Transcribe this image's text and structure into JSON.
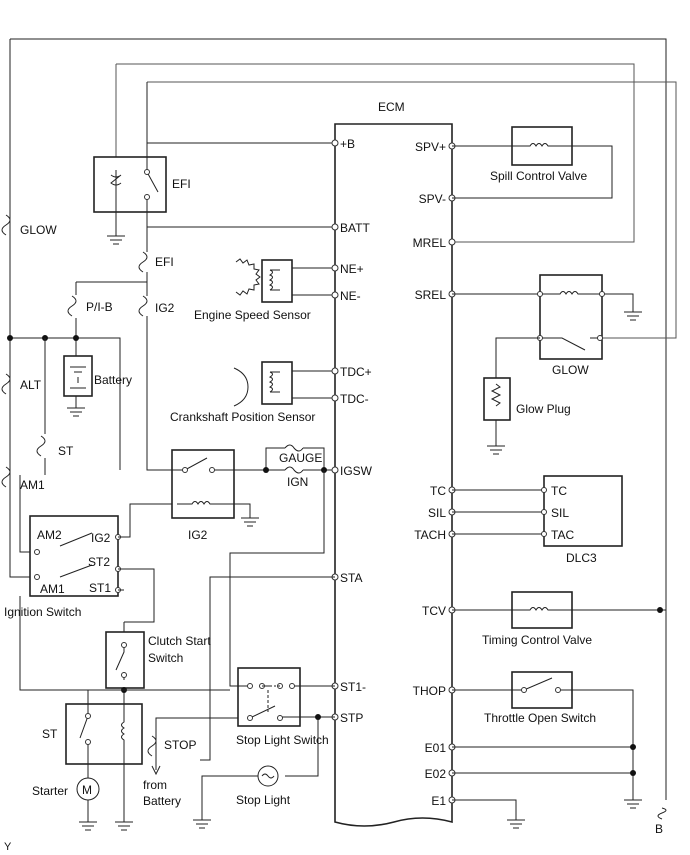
{
  "ecm": {
    "title": "ECM",
    "pins_left": [
      "+B",
      "BATT",
      "NE+",
      "NE-",
      "TDC+",
      "TDC-",
      "IGSW",
      "STA",
      "ST1-",
      "STP"
    ],
    "pins_right": [
      "SPV+",
      "SPV-",
      "MREL",
      "SREL",
      "TC",
      "SIL",
      "TACH",
      "TCV",
      "THOP",
      "E01",
      "E02",
      "E1"
    ]
  },
  "components": {
    "efi_relay": "EFI",
    "fuse_glow": "GLOW",
    "fuse_efi": "EFI",
    "fuse_pib": "P/I-B",
    "fuse_ig2": "IG2",
    "battery": "Battery",
    "fuse_alt": "ALT",
    "fuse_st": "ST",
    "fuse_am1": "AM1",
    "engine_speed_sensor": "Engine Speed Sensor",
    "crankshaft_sensor": "Crankshaft Position Sensor",
    "fuse_gauge": "GAUGE",
    "fuse_ign": "IGN",
    "ig2_relay": "IG2",
    "ign_switch": {
      "am2": "AM2",
      "ig2": "IG2",
      "st2": "ST2",
      "am1": "AM1",
      "st1": "ST1",
      "label": "Ignition Switch"
    },
    "clutch_start_switch": [
      "Clutch Start",
      "Switch"
    ],
    "st_relay": "ST",
    "starter": "Starter",
    "starter_motor": "M",
    "fuse_stop": "STOP",
    "from_battery": [
      "from",
      "Battery"
    ],
    "stop_light_switch": "Stop Light Switch",
    "stop_light": "Stop Light",
    "spill_control_valve": "Spill Control Valve",
    "glow_relay": "GLOW",
    "glow_plug": "Glow Plug",
    "dlc3": {
      "label": "DLC3",
      "pins": [
        "TC",
        "SIL",
        "TAC"
      ]
    },
    "timing_control_valve": "Timing Control Valve",
    "throttle_open_switch": "Throttle Open Switch",
    "connector_b": "B",
    "corner_mark": "Y"
  }
}
